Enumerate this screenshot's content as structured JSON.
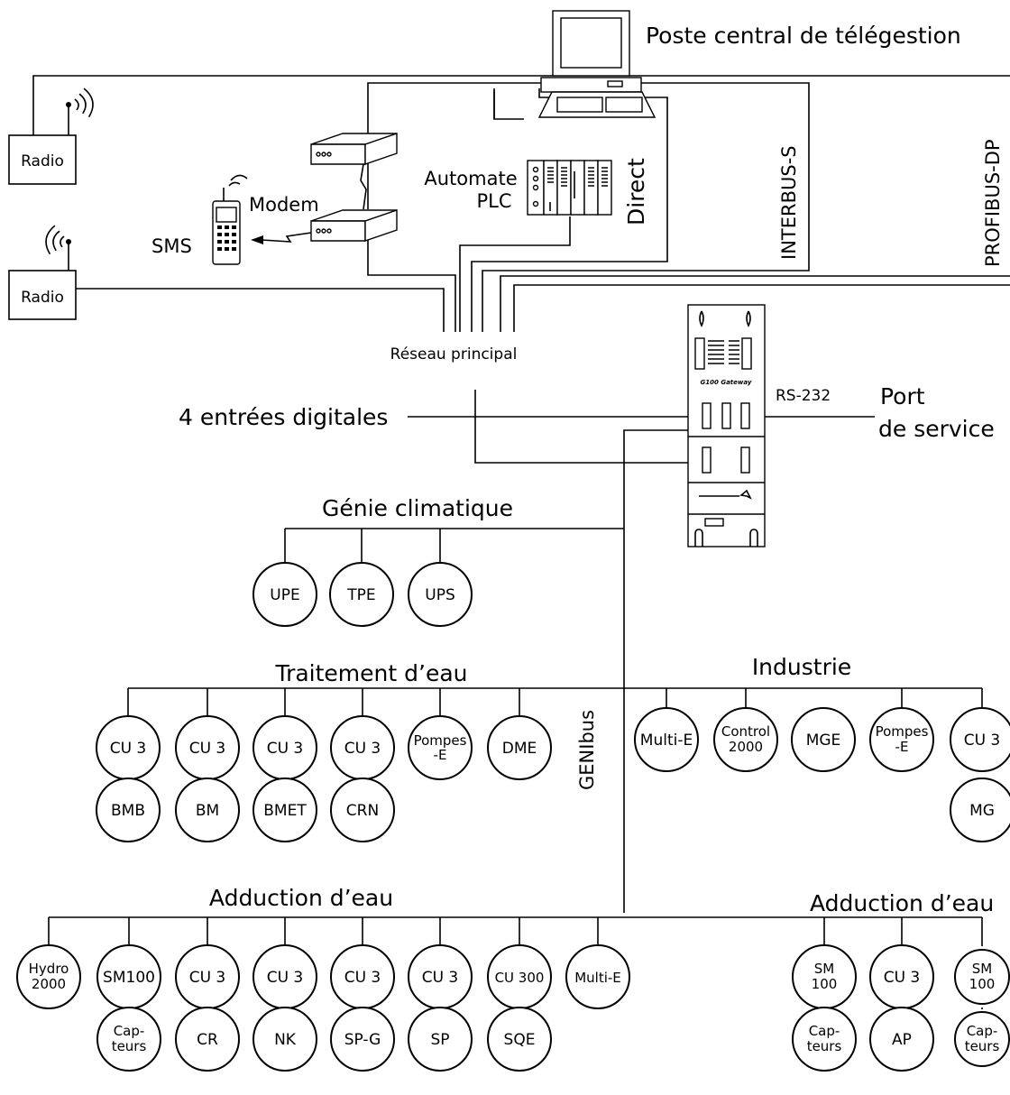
{
  "header": {
    "central_station": "Poste central de télégestion"
  },
  "networks": {
    "interbus": "INTERBUS-S",
    "profibus": "PROFIBUS-DP",
    "direct": "Direct",
    "main_network": "Réseau principal",
    "digital_inputs": "4 entrées digitales",
    "rs232": "RS-232",
    "service_port_1": "Port",
    "service_port_2": "de service",
    "genibus": "GENIbus"
  },
  "devices": {
    "radio_top": "Radio",
    "radio_bottom": "Radio",
    "modem": "Modem",
    "sms": "SMS",
    "plc_1": "Automate",
    "plc_2": "PLC",
    "gateway_name": "G100 Gateway"
  },
  "groups": {
    "genie": {
      "title": "Génie climatique",
      "nodes": [
        {
          "l1": "UPE"
        },
        {
          "l1": "TPE"
        },
        {
          "l1": "UPS"
        }
      ]
    },
    "traitement": {
      "title": "Traitement d’eau",
      "nodes": [
        {
          "l1": "CU 3"
        },
        {
          "l1": "CU 3"
        },
        {
          "l1": "CU 3"
        },
        {
          "l1": "CU 3"
        },
        {
          "l1": "Pompes",
          "l2": "-E"
        },
        {
          "l1": "DME"
        },
        {
          "l1": "BMB"
        },
        {
          "l1": "BM"
        },
        {
          "l1": "BMET"
        },
        {
          "l1": "CRN"
        }
      ]
    },
    "industrie": {
      "title": "Industrie",
      "nodes": [
        {
          "l1": "Multi-E"
        },
        {
          "l1": "Control",
          "l2": "2000"
        },
        {
          "l1": "MGE"
        },
        {
          "l1": "Pompes",
          "l2": "-E"
        },
        {
          "l1": "CU 3"
        },
        {
          "l1": "MG"
        }
      ]
    },
    "adduction_left": {
      "title": "Adduction d’eau",
      "nodes": [
        {
          "l1": "Hydro",
          "l2": "2000"
        },
        {
          "l1": "SM100"
        },
        {
          "l1": "CU 3"
        },
        {
          "l1": "CU 3"
        },
        {
          "l1": "CU 3"
        },
        {
          "l1": "CU 3"
        },
        {
          "l1": "CU 300"
        },
        {
          "l1": "Multi-E"
        },
        {
          "l1": "Cap-",
          "l2": "teurs"
        },
        {
          "l1": "CR"
        },
        {
          "l1": "NK"
        },
        {
          "l1": "SP-G"
        },
        {
          "l1": "SP"
        },
        {
          "l1": "SQE"
        }
      ]
    },
    "adduction_right": {
      "title": "Adduction d’eau",
      "nodes": [
        {
          "l1": "SM",
          "l2": "100"
        },
        {
          "l1": "CU 3"
        },
        {
          "l1": "SM",
          "l2": "100"
        },
        {
          "l1": "Cap-",
          "l2": "teurs"
        },
        {
          "l1": "AP"
        },
        {
          "l1": "Cap-",
          "l2": "teurs"
        }
      ]
    }
  }
}
